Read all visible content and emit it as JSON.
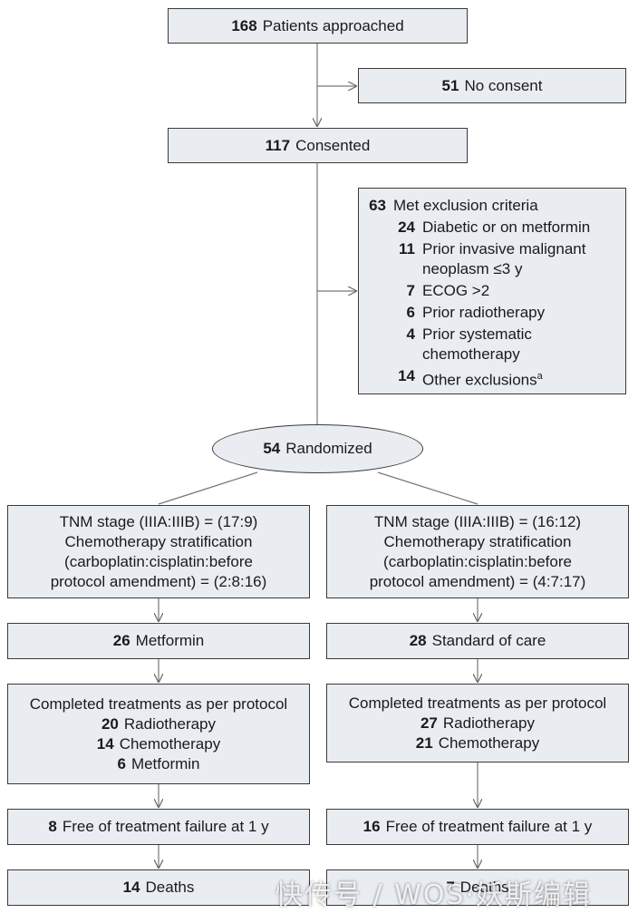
{
  "approached": {
    "n": "168",
    "label": "Patients approached"
  },
  "no_consent": {
    "n": "51",
    "label": "No consent"
  },
  "consented": {
    "n": "117",
    "label": "Consented"
  },
  "exclusion": {
    "n": "63",
    "label": "Met exclusion criteria",
    "items": [
      {
        "n": "24",
        "label": "Diabetic or on metformin"
      },
      {
        "n": "11",
        "label": "Prior invasive malignant neoplasm ≤3 y"
      },
      {
        "n": "7",
        "label": "ECOG >2"
      },
      {
        "n": "6",
        "label": "Prior radiotherapy"
      },
      {
        "n": "4",
        "label": "Prior systematic chemotherapy"
      },
      {
        "n": "14",
        "label": "Other exclusions",
        "sup": "a"
      }
    ]
  },
  "randomized": {
    "n": "54",
    "label": "Randomized"
  },
  "left": {
    "strat": [
      "TNM stage (IIIA:IIIB) = (17:9)",
      "Chemotherapy stratification",
      "(carboplatin:cisplatin:before",
      "protocol amendment) = (2:8:16)"
    ],
    "arm": {
      "n": "26",
      "label": "Metformin"
    },
    "completed_title": "Completed treatments as per protocol",
    "completed": [
      {
        "n": "20",
        "label": "Radiotherapy"
      },
      {
        "n": "14",
        "label": "Chemotherapy"
      },
      {
        "n": "6",
        "label": "Metformin"
      }
    ],
    "free": {
      "n": "8",
      "label": "Free of treatment failure at 1 y"
    },
    "deaths": {
      "n": "14",
      "label": "Deaths"
    }
  },
  "right": {
    "strat": [
      "TNM stage (IIIA:IIIB) = (16:12)",
      "Chemotherapy stratification",
      "(carboplatin:cisplatin:before",
      "protocol amendment) = (4:7:17)"
    ],
    "arm": {
      "n": "28",
      "label": "Standard of care"
    },
    "completed_title": "Completed treatments as per protocol",
    "completed": [
      {
        "n": "27",
        "label": "Radiotherapy"
      },
      {
        "n": "21",
        "label": "Chemotherapy"
      }
    ],
    "free": {
      "n": "16",
      "label": "Free of treatment failure at 1 y"
    },
    "deaths": {
      "n": "7",
      "label": "Deaths"
    }
  },
  "watermark": "快传号 / WOS·妖斯编辑"
}
